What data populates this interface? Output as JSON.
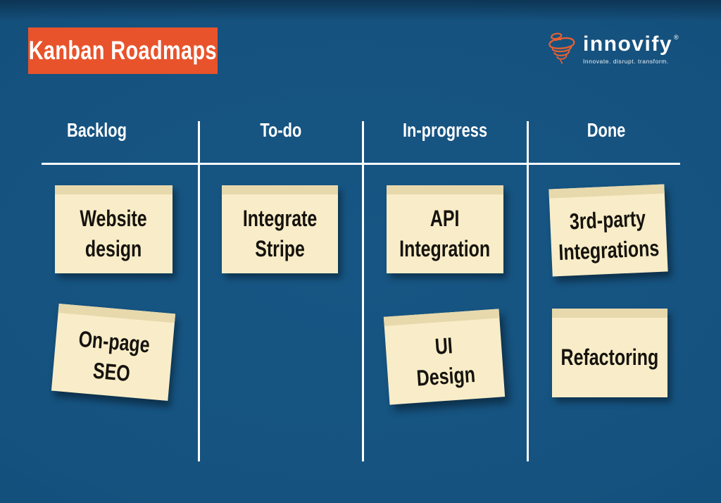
{
  "title": {
    "text": "Kanban Roadmaps"
  },
  "logo": {
    "brand": "innovify",
    "registered": "®",
    "tagline": "Innovate. disrupt. transform.",
    "icon": "tornado-icon"
  },
  "board": {
    "columns": [
      {
        "id": "backlog",
        "label": "Backlog",
        "cards": [
          {
            "text": "Website\ndesign"
          },
          {
            "text": "On-page\nSEO"
          }
        ]
      },
      {
        "id": "todo",
        "label": "To-do",
        "cards": [
          {
            "text": "Integrate\nStripe"
          }
        ]
      },
      {
        "id": "inprogress",
        "label": "In-progress",
        "cards": [
          {
            "text": "API\nIntegration"
          },
          {
            "text": "UI\nDesign"
          }
        ]
      },
      {
        "id": "done",
        "label": "Done",
        "cards": [
          {
            "text": "3rd-party\nIntegrations"
          },
          {
            "text": "Refactoring"
          }
        ]
      }
    ]
  },
  "colors": {
    "background": "#15517F",
    "banner_orange": "#E8532B",
    "logo_orange": "#E8602F",
    "note_body": "#F8EDC8",
    "note_strip": "#E7D9AC",
    "line_white": "#FFFFFF",
    "note_text": "#16130E"
  }
}
